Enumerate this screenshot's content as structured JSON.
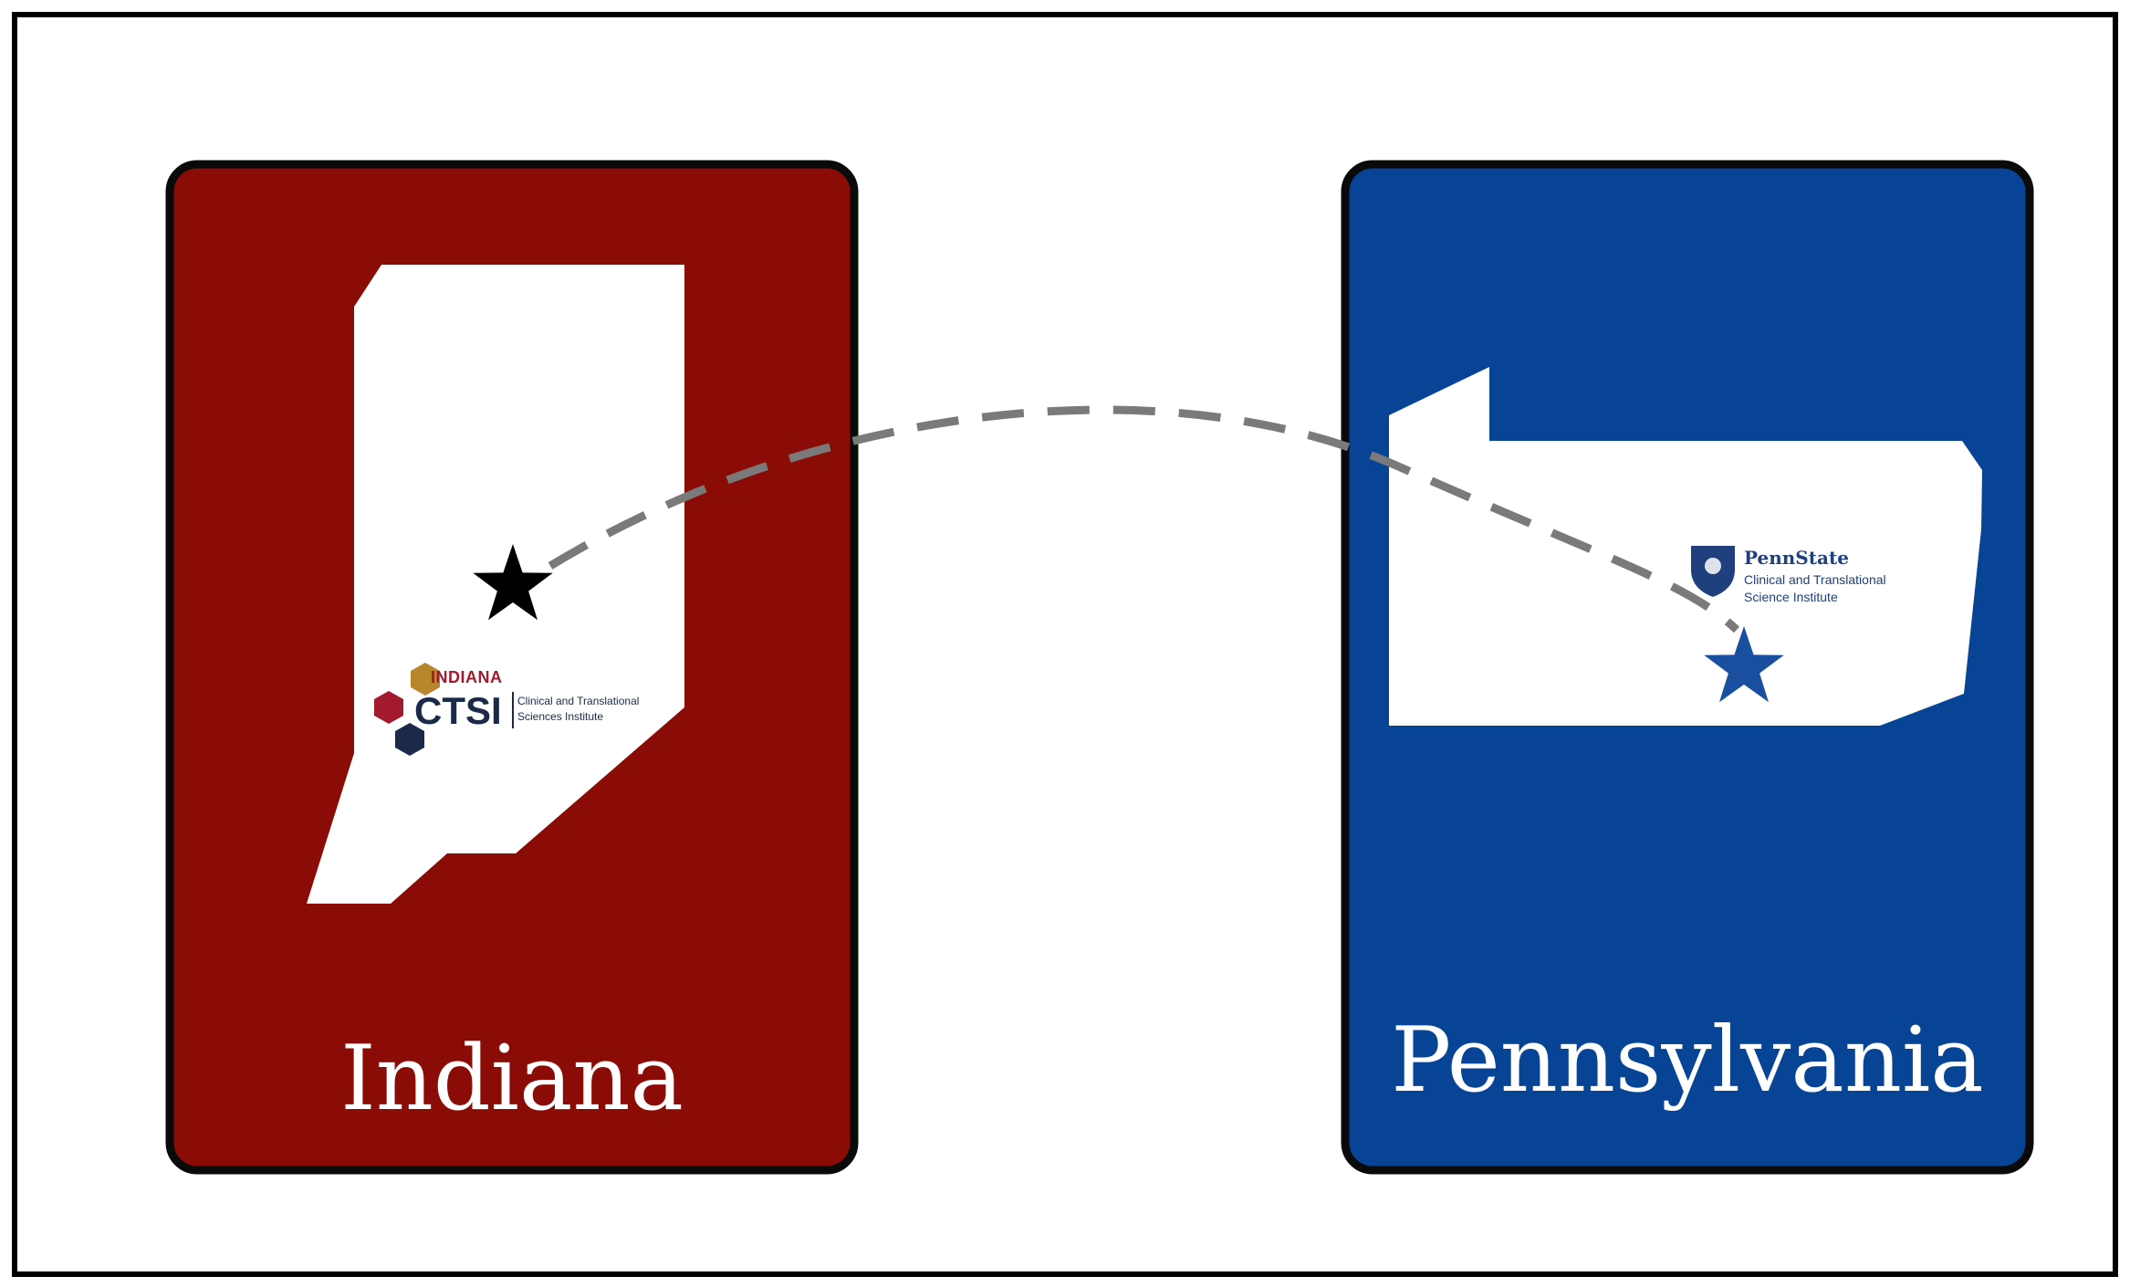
{
  "colors": {
    "indiana_card": "#8b0c07",
    "pennsylvania_card": "#084495",
    "card_border": "#0a0a0a",
    "map_fill": "#ffffff",
    "connector": "#7a7a7a",
    "indiana_star": "#000000",
    "pennsylvania_star": "#1a4fa0",
    "ctsi_gold": "#b8862c",
    "ctsi_red": "#a3192e",
    "ctsi_navy": "#1b2a4a",
    "psu_blue": "#1e407c"
  },
  "cards": {
    "indiana": {
      "label": "Indiana",
      "logo": {
        "org": "INDIANA",
        "acronym": "CTSI",
        "line1": "Clinical and Translational",
        "line2": "Sciences Institute"
      }
    },
    "pennsylvania": {
      "label": "Pennsylvania",
      "logo": {
        "org": "PennState",
        "line1": "Clinical and Translational",
        "line2": "Science Institute"
      }
    }
  },
  "connector": {
    "style": "dashed",
    "from": "indiana-star",
    "to": "pennsylvania-star"
  }
}
